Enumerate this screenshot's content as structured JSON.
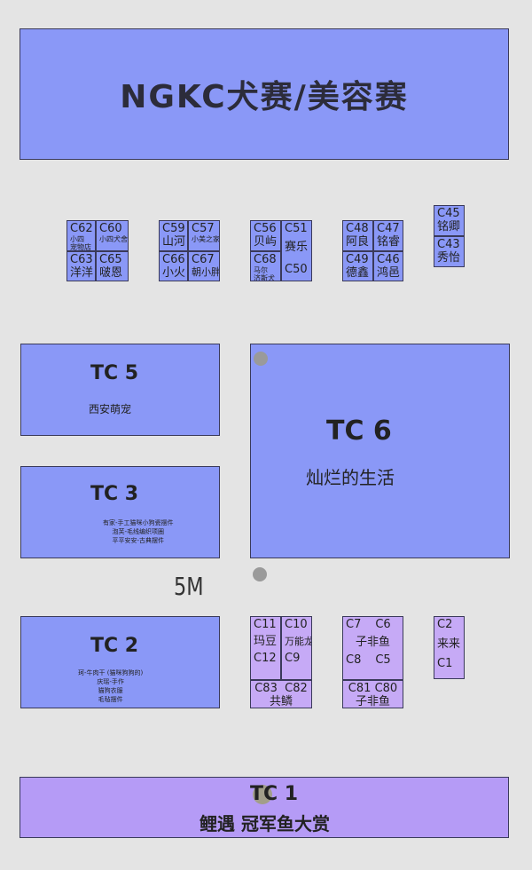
{
  "header": {
    "title": "NGKC犬赛/美容赛"
  },
  "distance_label": "5M",
  "booths": {
    "g1": {
      "c62": "C62",
      "c62_sub": "小四\n宠物店",
      "c60": "C60",
      "c60_sub": "小四犬舍",
      "c63": "C63",
      "c63_sub": "洋洋",
      "c65": "C65",
      "c65_sub": "啵恩"
    },
    "g2": {
      "c59": "C59",
      "c59_sub": "山河",
      "c57": "C57",
      "c57_sub": "小美之家",
      "c66": "C66",
      "c66_sub": "小火",
      "c67": "C67",
      "c67_sub": "朝小胖"
    },
    "g3": {
      "c56": "C56",
      "c56_sub": "贝屿",
      "c51": "C51",
      "c51_sub": "赛乐",
      "c68": "C68",
      "c68_sub": "马尔\n济斯犬",
      "c50": "C50"
    },
    "g4": {
      "c48": "C48",
      "c48_sub": "阿良",
      "c47": "C47",
      "c47_sub": "铭睿",
      "c49": "C49",
      "c49_sub": "德鑫",
      "c46": "C46",
      "c46_sub": "鸿邑"
    },
    "g5": {
      "c45": "C45",
      "c45_sub": "铭卿",
      "c43": "C43",
      "c43_sub": "秀怡"
    },
    "g6": {
      "c11": "C11",
      "c10": "C10",
      "sub1": "玛豆",
      "sub2": "万能龙",
      "c12": "C12",
      "c9": "C9",
      "c83": "C83",
      "c82": "C82",
      "sub3": "共鳞"
    },
    "g7": {
      "c7": "C7",
      "c6": "C6",
      "sub1": "子非鱼",
      "c8": "C8",
      "c5": "C5",
      "c81": "C81",
      "c80": "C80",
      "sub2": "子非鱼"
    },
    "g8": {
      "c2": "C2",
      "sub": "来来",
      "c1": "C1"
    }
  },
  "tc5": {
    "title": "TC 5",
    "sub": "西安萌宠"
  },
  "tc3": {
    "title": "TC 3",
    "lines": [
      "有家-手工猫咪小狗瓷摆件",
      "泡芙-毛线编织项圈",
      "平平安安-古典摆件"
    ]
  },
  "tc2": {
    "title": "TC 2",
    "lines": [
      "珂-牛肉干 (猫咪狗狗的)",
      "庆瑶-手作",
      "猫狗衣服",
      "毛毡摆件"
    ]
  },
  "tc6": {
    "title": "TC 6",
    "sub": "灿烂的生活"
  },
  "tc1": {
    "title": "TC 1",
    "sub": "鲤遇 冠军鱼大赏"
  },
  "colors": {
    "blue_zone": "#8a98f7",
    "purple_zone": "#b59bf6",
    "background": "#e4e4e4"
  }
}
